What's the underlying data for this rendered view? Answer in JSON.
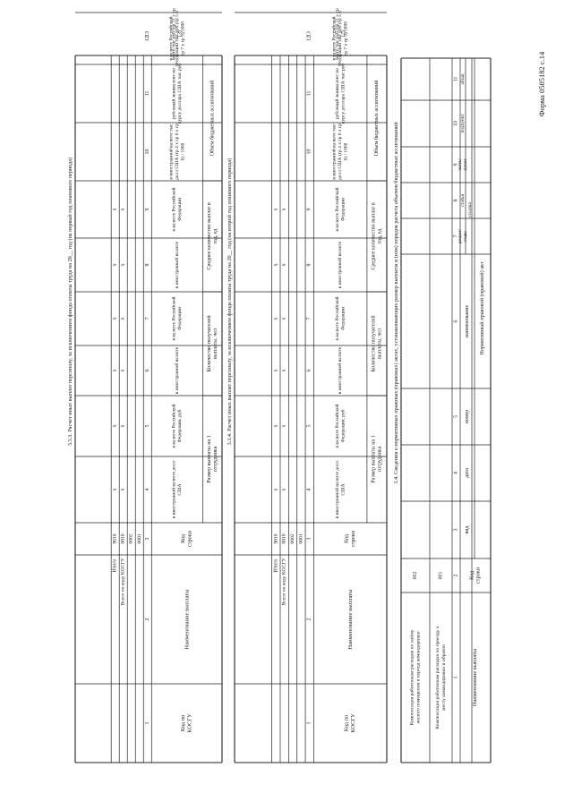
{
  "form_code": "Форма 0505182 с.14",
  "sections": [
    {
      "heading": "3.3.3. Расчет иных выплат персоналу, за исключением фонда оплаты труда на 20__ год (на первый год планового периода)",
      "col_name": "Наименование выплаты",
      "col_kosgu": "Код по КОСГУ",
      "col_code": "Код строки",
      "grp_size": "Размер выплаты на 1 сотрудника",
      "grp_count": "Количество получателей выплаты, чел",
      "grp_avg": "Среднее количество выплат в год, ед",
      "grp_volume": "Объем бюджетных ассигнований",
      "c4": "в иностранной валюте долл США",
      "c5": "в валюте Российской Федерации, руб",
      "c6": "в иностранной валюте",
      "c7": "в валюте Российской Федерации",
      "c8": "в иностранной валюте",
      "c9": "в валюте Российской Федерации",
      "c10": "в иностранной валюте тыс долл США (гр 4 х гр 6 х гр 8) / 1000",
      "c11": "рублевый эквивалент по курсу доллара США тыс руб",
      "c12": "в валюте Российской Федерации тыс руб (гр 5 х гр 7 х гр 9)/1000",
      "c13": "всего тыс руб (гр 11 + гр 13)",
      "numbers": [
        "1",
        "2",
        "3",
        "4",
        "5",
        "6",
        "7",
        "8",
        "9",
        "10",
        "11",
        "12",
        "13"
      ],
      "row_codes": [
        "0001",
        "0002"
      ],
      "total_kosgu_label": "Всего по коду КОСГУ",
      "total_kosgu_code": "0010",
      "total_label": "Итого",
      "total_code": "9010",
      "x": "x"
    },
    {
      "heading": "3.3.4. Расчет иных выплат персоналу, за исключением фонда оплаты труда на 20__ год (на второй год планового периода)",
      "col_name": "Наименование выплаты",
      "col_kosgu": "Код по КОСГУ",
      "col_code": "Код строки",
      "grp_size": "Размер выплаты на 1 сотрудника",
      "grp_count": "Количество получателей выплаты, чел",
      "grp_avg": "Среднее количество выплат в год, ед",
      "grp_volume": "Объем бюджетных ассигнований",
      "c4": "в иностранной валюте долл США",
      "c5": "в валюте Российской Федерации, руб",
      "c6": "в иностранной валюте",
      "c7": "в валюте Российской Федерации",
      "c8": "в иностранной валюте",
      "c9": "в валюте Российской Федерации",
      "c10": "в иностранной валюте тыс долл США (гр 4 х гр 6 х гр 8) / 1000",
      "c11": "рублевый эквивалент по курсу доллара США тыс руб",
      "c12": "в валюте Российской Федерации тыс руб (гр 5 х гр 7 х гр 9)/1000",
      "c13": "всего тыс руб (гр 11 + гр 12)",
      "numbers": [
        "1",
        "2",
        "3",
        "4",
        "5",
        "6",
        "7",
        "8",
        "9",
        "10",
        "11",
        "12",
        "13"
      ],
      "row_codes": [
        "0001",
        "0002"
      ],
      "total_kosgu_label": "Всего по коду КОСГУ",
      "total_kosgu_code": "0010",
      "total_label": "Итого",
      "total_code": "9010",
      "x": "x"
    }
  ],
  "section34": {
    "heading": "3.4. Сведения о нормативных правовых (правовых) актах, устанавливающих размер выплаты и (или) порядок расчета объемов бюджетных ассигнований",
    "col_name": "Наименование выплаты",
    "col_code": "Код строки",
    "grp_act": "Нормативный правовой (правовой) акт",
    "c_vid": "вид",
    "c_data": "дата",
    "c_nomer": "номер",
    "c_naim": "наименование",
    "grp_ref": "ссылка",
    "c_razdel": "раздел/ глава",
    "c_statya": "статья",
    "c_chast": "часть/ пункт",
    "c_podpunkt": "подпункт",
    "c_abzac": "абзац",
    "numbers": [
      "1",
      "2",
      "3",
      "4",
      "5",
      "6",
      "7",
      "8",
      "9",
      "10",
      "11"
    ],
    "rows": [
      {
        "name": "Компенсация работникам расходов по проезду к месту командировки и обратно",
        "code": "001"
      },
      {
        "name": "Компенсация работникам расходов по найму жилого помещения в период командировки",
        "code": "002"
      }
    ]
  }
}
